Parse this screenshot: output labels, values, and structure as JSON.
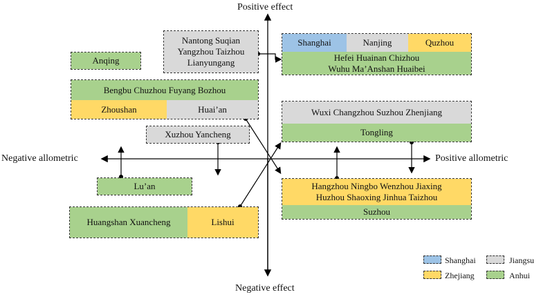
{
  "axes": {
    "top": "Positive effect",
    "bottom": "Negative effect",
    "left": "Negative allometric",
    "right": "Positive allometric"
  },
  "groups": {
    "anqing": "Anqing",
    "nantong": [
      "Nantong  Suqian",
      "Yangzhou  Taizhou",
      "Lianyungang"
    ],
    "bengbu": "Bengbu  Chuzhou  Fuyang  Bozhou",
    "zhoushan": "Zhoushan",
    "huaian": "Huai’an",
    "xuzhou": "Xuzhou  Yancheng",
    "luan": "Lu’an",
    "huangshan": "Huangshan  Xuancheng",
    "lishui": "Lishui",
    "shanghai": "Shanghai",
    "nanjing": "Nanjing",
    "quzhou": "Quzhou",
    "hefei": [
      "Hefei  Huainan  Chizhou",
      "Wuhu  Ma’Anshan  Huaibei"
    ],
    "wuxi": "Wuxi  Changzhou  Suzhou  Zhenjiang",
    "tongling": "Tongling",
    "hangzhou": [
      "Hangzhou  Ningbo  Wenzhou  Jiaxing",
      "Huzhou  Shaoxing  Jinhua  Taizhou"
    ],
    "suzhou": "Suzhou"
  },
  "legend": {
    "shanghai": "Shanghai",
    "jiangsu": "Jiangsu",
    "zhejiang": "Zhejiang",
    "anhui": "Anhui"
  },
  "colors": {
    "shanghai": "#9dc3e6",
    "jiangsu": "#d9d9d9",
    "zhejiang": "#ffd966",
    "anhui": "#a8d18d"
  }
}
